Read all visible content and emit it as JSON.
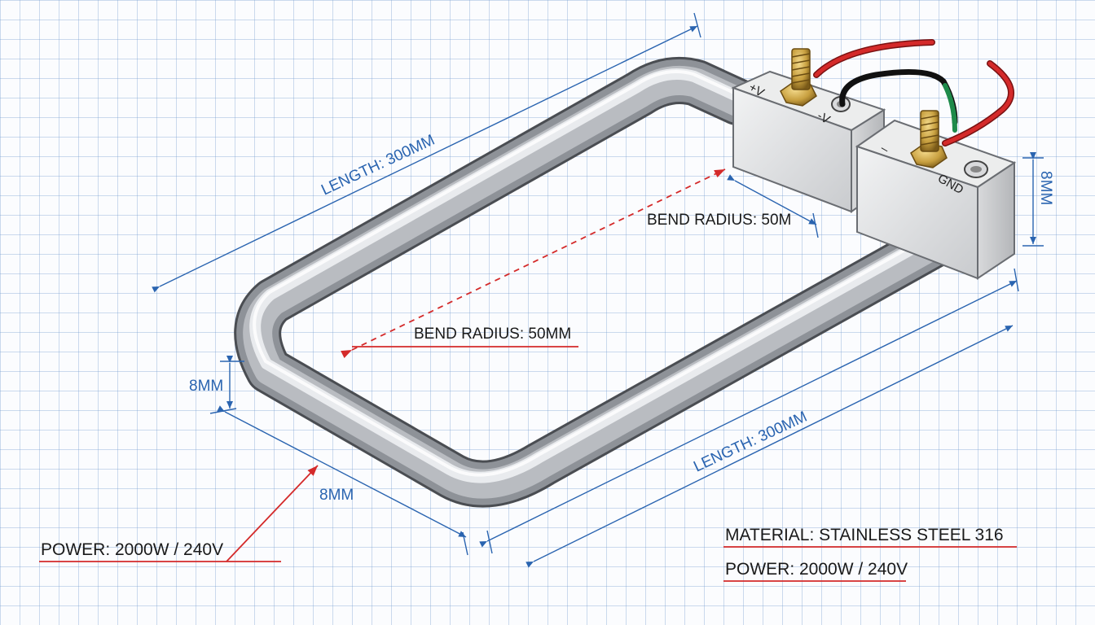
{
  "labels": {
    "length_top": "LENGTH: 300MM",
    "length_bottom": "LENGTH: 300MM",
    "bend_radius_inner": "BEND RADIUS: 50MM",
    "bend_radius_terminal": "BEND RADIUS: 50M",
    "diameter_left": "8MM",
    "diameter_bottom": "8MM",
    "height_right": "8MM",
    "power_left": "POWER: 2000W / 240V",
    "material": "MATERIAL: STAINLESS STEEL 316",
    "power_right": "POWER: 2000W / 240V"
  },
  "terminals": {
    "block_a_plus": "+V",
    "block_a_minus": "-V",
    "block_b_minus": "–",
    "block_b_gnd": "GND"
  },
  "colors": {
    "grid": "#7aa0d2",
    "dimension_blue": "#2a64b0",
    "leader_red": "#d42a2a",
    "tube_steel": "#9a9ea4",
    "brass": "#c8a040",
    "wire_red": "#d42a2a",
    "wire_green": "#1e8a4a",
    "wire_black": "#111111"
  }
}
